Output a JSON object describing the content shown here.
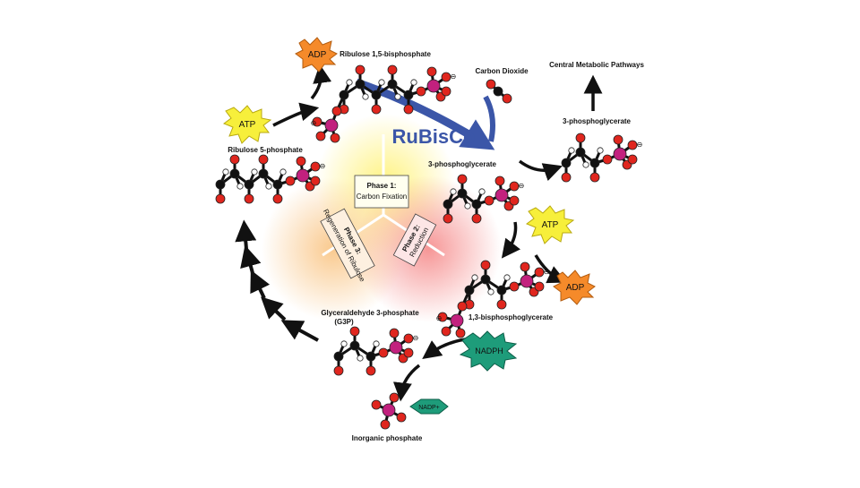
{
  "enzyme": "RuBisCo",
  "colors": {
    "enzyme": "#3b56a8",
    "atp_fill": "#f7ef3b",
    "adp_fill": "#f58a2a",
    "nadph_fill": "#1e9c7a",
    "carbon_atom": "#111111",
    "oxygen_atom": "#e0261e",
    "phosphorus_atom": "#c2217e",
    "hydrogen_atom": "#ffffff",
    "phase1_glow": "#fff27a",
    "phase2_glow": "#f47c7c",
    "phase3_glow": "#f9c07a"
  },
  "molecules": {
    "rubp": "Ribulose 1,5-bisphosphate",
    "co2": "Carbon Dioxide",
    "pga": "3-phosphoglycerate",
    "pga_out": "3-phosphoglycerate",
    "bpg": "1,3-bisphosphoglycerate",
    "g3p_line1": "Glyceraldehyde 3-phosphate",
    "g3p_line2": "(G3P)",
    "ru5p": "Ribulose 5-phosphate",
    "pi": "Inorganic phosphate",
    "central": "Central Metabolic Pathways"
  },
  "badges": {
    "atp_top": "ATP",
    "adp_top": "ADP",
    "atp_right": "ATP",
    "adp_right": "ADP",
    "nadph": "NADPH",
    "nadp": "NADP+"
  },
  "phases": [
    {
      "title": "Phase 1:",
      "subtitle": "Carbon Fixation"
    },
    {
      "title": "Phase 2:",
      "subtitle": "Reduction"
    },
    {
      "title": "Phase 3:",
      "subtitle": "Regeneration of Ribulose"
    }
  ],
  "charges": {
    "negative": "⊖"
  }
}
